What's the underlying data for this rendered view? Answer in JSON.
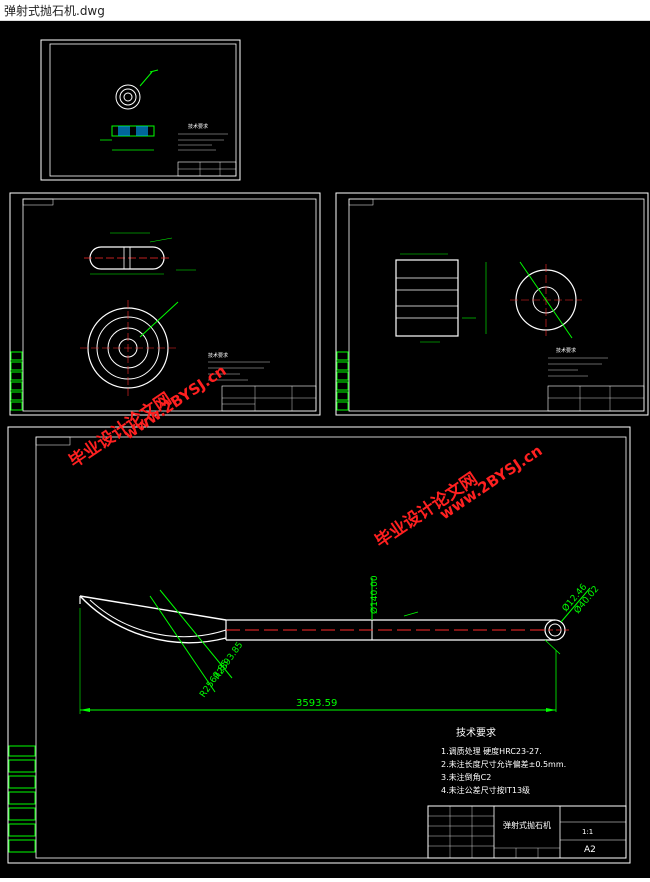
{
  "window": {
    "title": "弹射式抛石机.dwg"
  },
  "sheets": {
    "small_top": {
      "block_title": "技术要求"
    },
    "mid_left": {
      "block_title": "技术要求"
    },
    "mid_right": {
      "block_title": "技术要求"
    },
    "main": {
      "dims": {
        "d1": "Ø140.00",
        "d2": "Ø12.46",
        "d3": "Ø40.02",
        "d4": "R2593.85",
        "d5": "R2563.85",
        "length": "3593.59"
      },
      "tech_req": {
        "title": "技术要求",
        "items": [
          "1.调质处理  硬度HRC23-27.",
          "2.未注长度尺寸允许偏差±0.5mm.",
          "3.未注倒角C2",
          "4.未注公差尺寸按IT13级"
        ]
      },
      "title_block": {
        "name": "弹射式抛石机",
        "size": "A2",
        "scale": "1:1"
      }
    }
  },
  "watermark": {
    "text_cn": "毕业设计论文网",
    "text_url": "www.2BYSJ.cn"
  }
}
